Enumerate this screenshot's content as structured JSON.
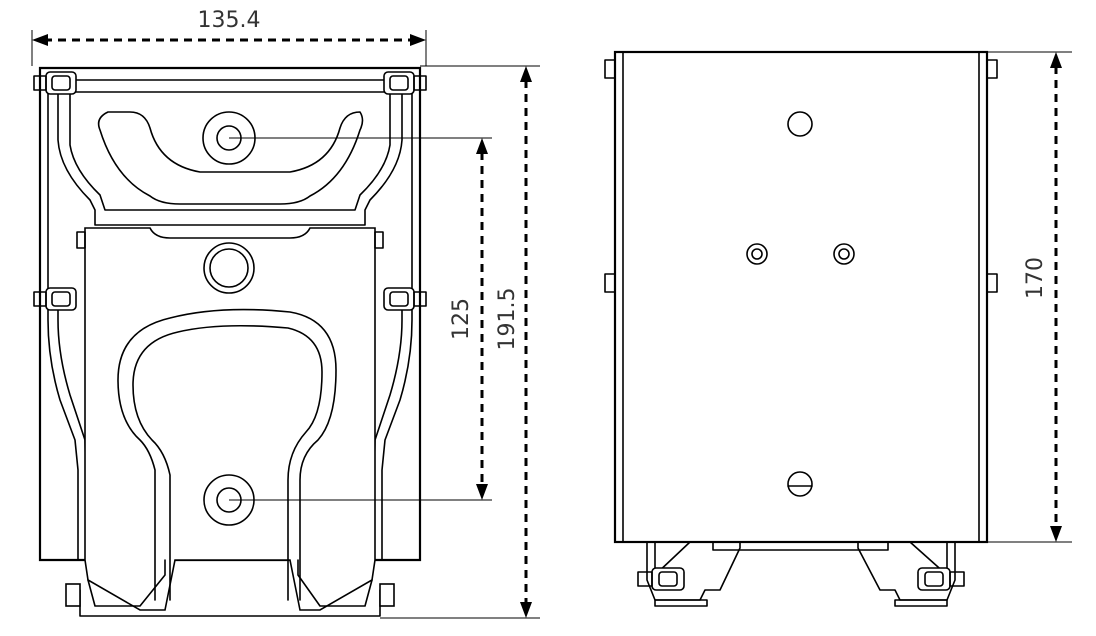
{
  "dimensions": {
    "width_top": "135.4",
    "hole_spacing": "125",
    "total_height": "191.5",
    "right_height": "170"
  }
}
